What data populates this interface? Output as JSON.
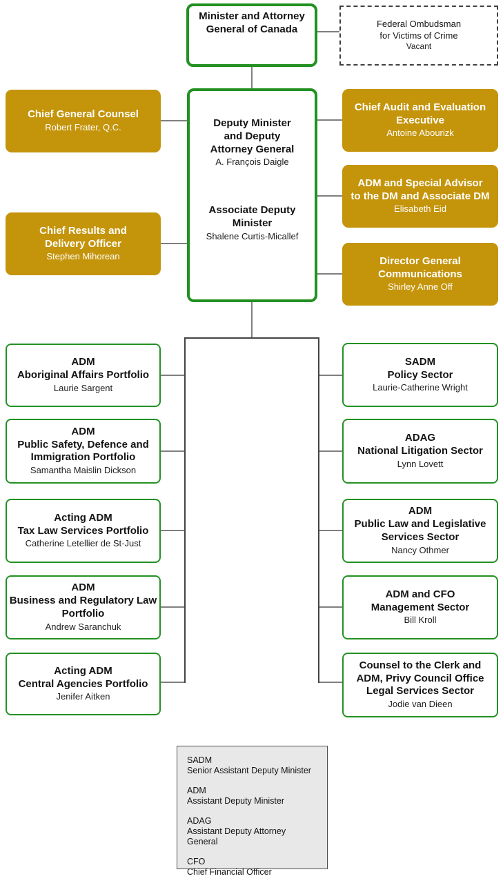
{
  "colors": {
    "gold": "#C4940B",
    "green": "#229122",
    "line": "#7f7f7f",
    "legendbg": "#E8E8E8"
  },
  "nodes": {
    "minister": {
      "title": "Minister and Attorney\nGeneral of Canada"
    },
    "ombudsman": {
      "title": "Federal Ombudsman\nfor Victims of Crime",
      "name": "Vacant"
    },
    "deputy_minister": {
      "title": "Deputy Minister\nand Deputy\nAttorney General",
      "name": "A. François Daigle"
    },
    "associate_deputy_minister": {
      "title": "Associate Deputy\nMinister",
      "name": "Shalene Curtis-Micallef"
    }
  },
  "advisors_left": [
    {
      "title": "Chief General Counsel",
      "name": "Robert Frater, Q.C."
    },
    {
      "title": "Chief Results and\nDelivery Officer",
      "name": "Stephen Mihorean"
    }
  ],
  "advisors_right": [
    {
      "title": "Chief Audit and Evaluation\nExecutive",
      "name": "Antoine Abourizk"
    },
    {
      "title": "ADM and Special Advisor\nto the DM and Associate DM",
      "name": "Elisabeth Eid"
    },
    {
      "title": "Director General\nCommunications",
      "name": "Shirley Anne Off"
    }
  ],
  "portfolios_left": [
    {
      "role": "ADM",
      "unit": "Aboriginal Affairs Portfolio",
      "name": "Laurie Sargent"
    },
    {
      "role": "ADM",
      "unit": "Public Safety, Defence and\nImmigration Portfolio",
      "name": "Samantha Maislin Dickson"
    },
    {
      "role": "Acting ADM",
      "unit": "Tax Law Services Portfolio",
      "name": "Catherine Letellier de St-Just"
    },
    {
      "role": "ADM",
      "unit": "Business and Regulatory Law\nPortfolio",
      "name": "Andrew Saranchuk"
    },
    {
      "role": "Acting ADM",
      "unit": "Central Agencies Portfolio",
      "name": "Jenifer Aitken"
    }
  ],
  "sectors_right": [
    {
      "role": "SADM",
      "unit": "Policy Sector",
      "name": "Laurie-Catherine Wright"
    },
    {
      "role": "ADAG",
      "unit": "National Litigation Sector",
      "name": "Lynn Lovett"
    },
    {
      "role": "ADM",
      "unit": "Public Law and Legislative\nServices Sector",
      "name": "Nancy Othmer"
    },
    {
      "role": "ADM and CFO",
      "unit": "Management Sector",
      "name": "Bill Kroll"
    },
    {
      "role": "Counsel to the Clerk and\nADM, Privy Council Office",
      "unit": "Legal Services Sector",
      "name": "Jodie van Dieen"
    }
  ],
  "legend": {
    "items": [
      {
        "abbr": "SADM",
        "full": "Senior Assistant Deputy Minister"
      },
      {
        "abbr": "ADM",
        "full": "Assistant Deputy Minister"
      },
      {
        "abbr": "ADAG",
        "full": "Assistant Deputy Attorney General"
      },
      {
        "abbr": "CFO",
        "full": "Chief Financial Officer"
      }
    ]
  }
}
